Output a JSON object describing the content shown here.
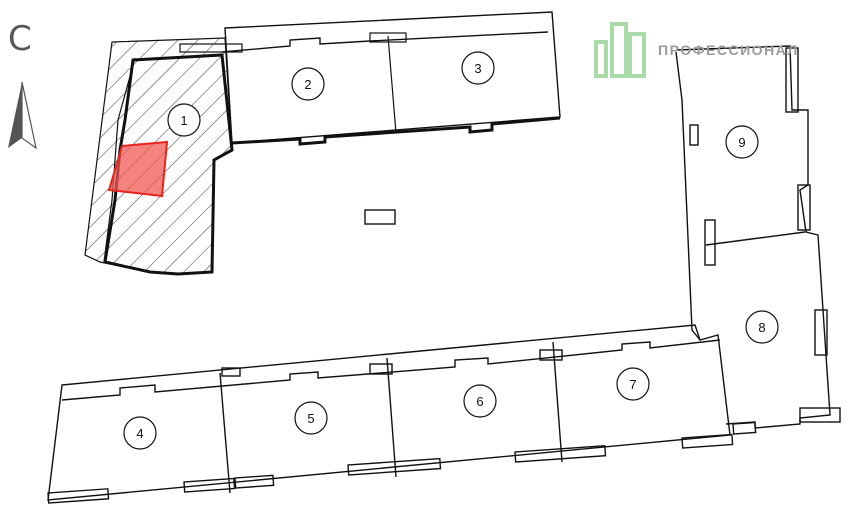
{
  "compass": {
    "letter": "С",
    "icon": "north-arrow-icon"
  },
  "brand": {
    "name": "ПРОФЕССИОНАЛ",
    "logo_icon": "building-logo-icon",
    "color": "#a8dba8",
    "text_color": "#9a9a9a"
  },
  "units": [
    {
      "id": "unit-1",
      "label": "1"
    },
    {
      "id": "unit-2",
      "label": "2"
    },
    {
      "id": "unit-3",
      "label": "3"
    },
    {
      "id": "unit-4",
      "label": "4"
    },
    {
      "id": "unit-5",
      "label": "5"
    },
    {
      "id": "unit-6",
      "label": "6"
    },
    {
      "id": "unit-7",
      "label": "7"
    },
    {
      "id": "unit-8",
      "label": "8"
    },
    {
      "id": "unit-9",
      "label": "9"
    }
  ],
  "selected_unit": "1",
  "highlight_color": "#e8241c"
}
